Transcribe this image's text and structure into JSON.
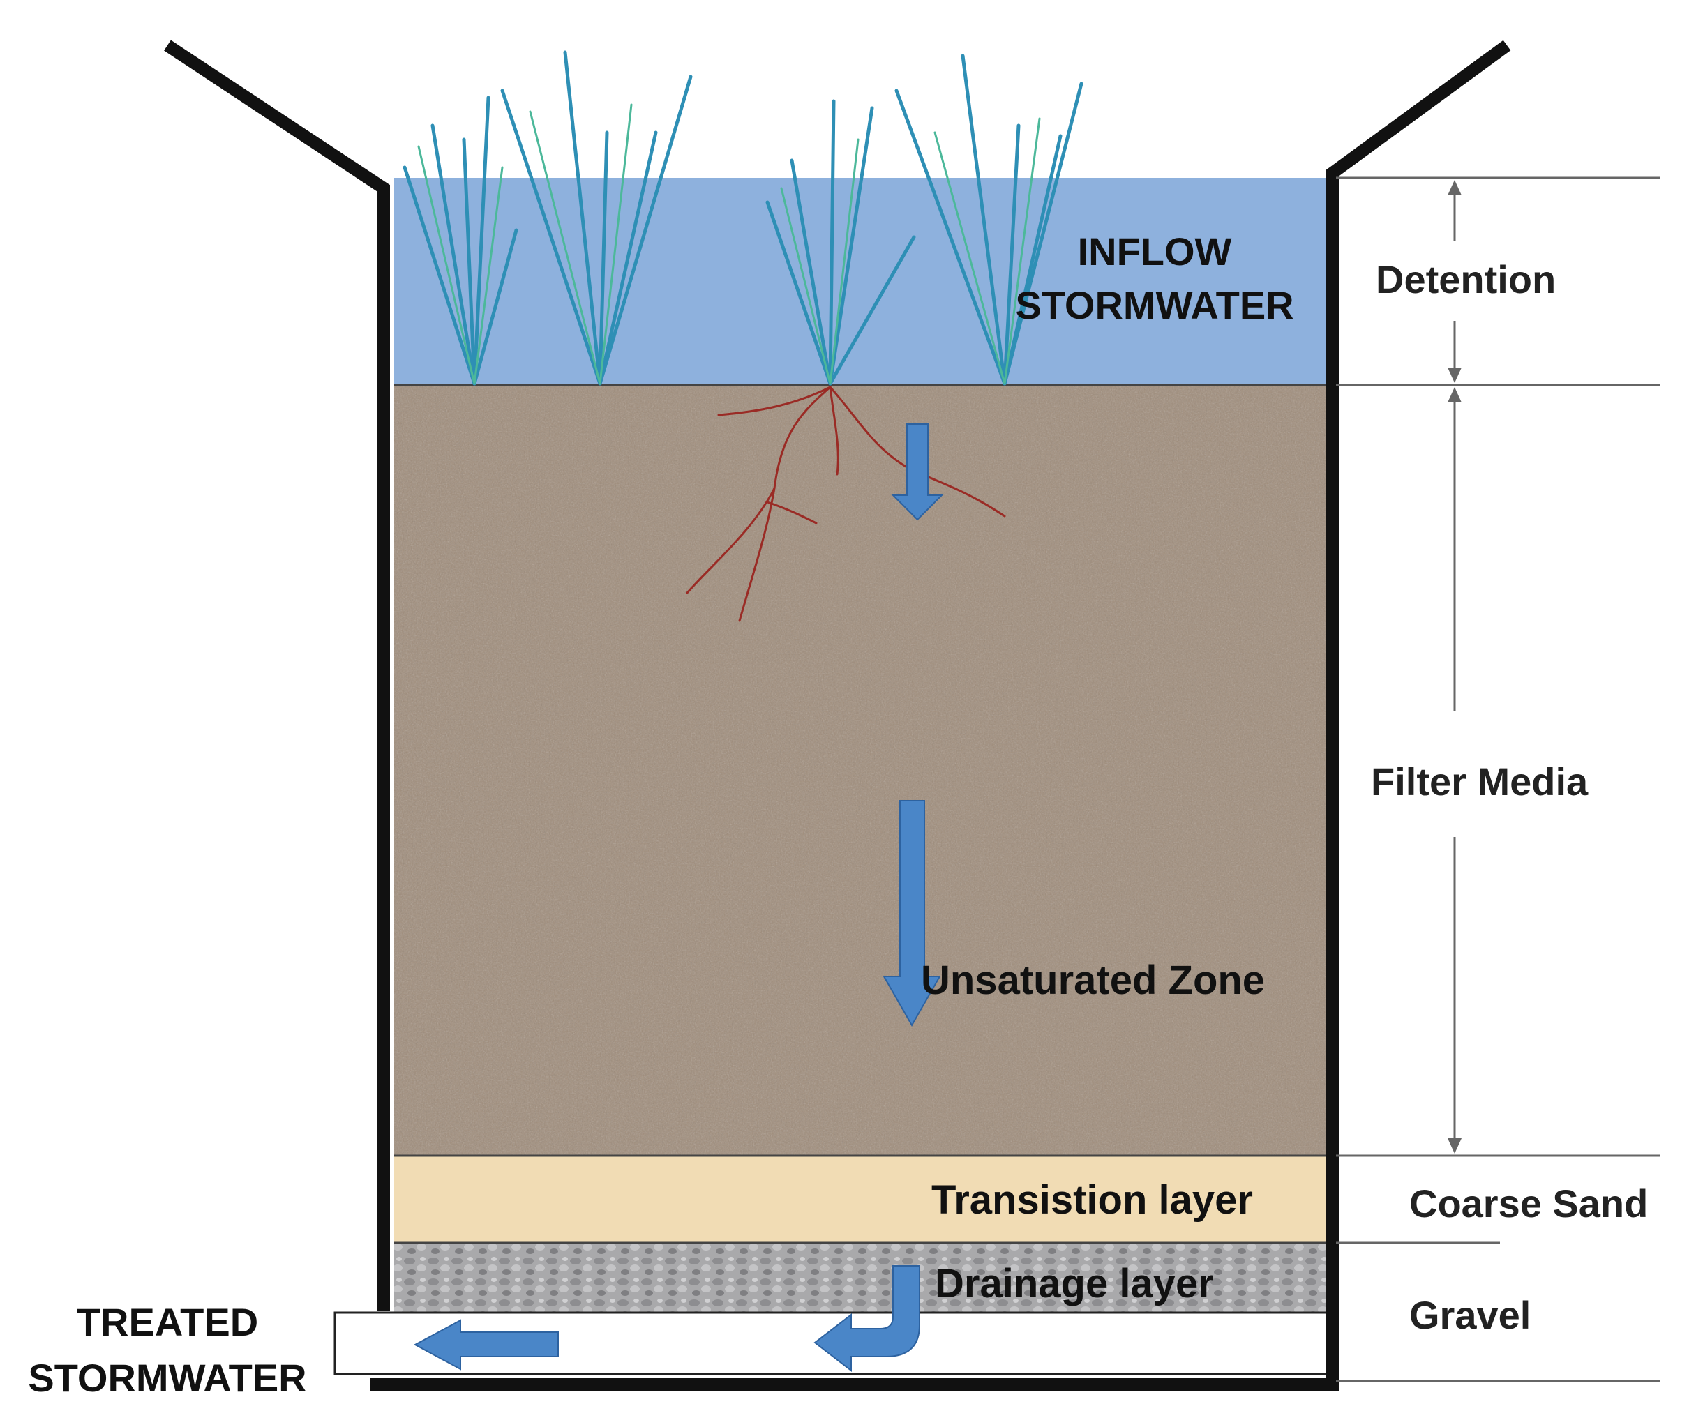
{
  "labels": {
    "inflow_line1": "INFLOW",
    "inflow_line2": "STORMWATER",
    "unsaturated_zone": "Unsaturated Zone",
    "transition_layer": "Transistion layer",
    "drainage_layer": "Drainage layer",
    "treated_line1": "TREATED",
    "treated_line2": "STORMWATER"
  },
  "dimension_labels": {
    "detention": "Detention",
    "filter_media": "Filter Media",
    "coarse_sand": "Coarse Sand",
    "gravel": "Gravel"
  },
  "colors": {
    "water": "#8eb1dd",
    "filter_media": "#a08d7b",
    "transition": "#f1dcb4",
    "gravel": "#a9a9ab",
    "flow_arrow": "#4a86c8",
    "roots": "#9a2b25",
    "grass": "#2e8fb5",
    "wall": "#111111"
  }
}
